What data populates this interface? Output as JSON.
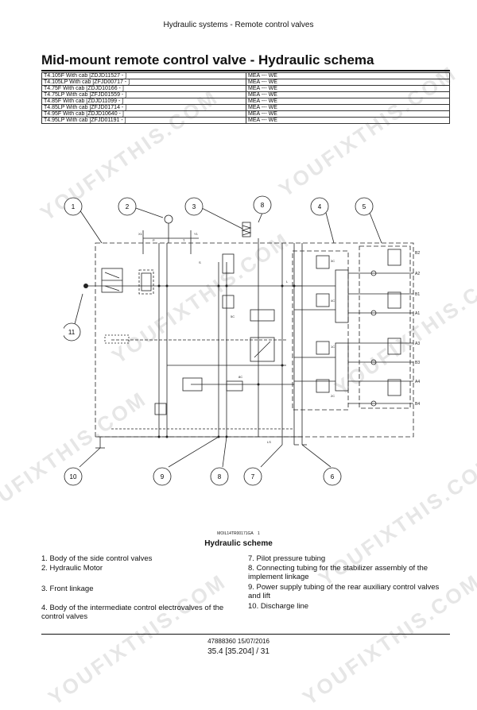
{
  "header": {
    "text": "Hydraulic systems - Remote control valves"
  },
  "title": "Mid-mount remote control valve - Hydraulic schema",
  "models": [
    {
      "model": "T4.105F With cab [ZDJD11527 - ]",
      "config": "MEA --- WE"
    },
    {
      "model": "T4.105LP With cab [ZFJD00717 - ]",
      "config": "MEA --- WE"
    },
    {
      "model": "T4.75F With cab [ZDJD10166 - ]",
      "config": "MEA --- WE"
    },
    {
      "model": "T4.75LP With cab [ZFJD01559 - ]",
      "config": "MEA --- WE"
    },
    {
      "model": "T4.85F With cab [ZDJD11099 - ]",
      "config": "MEA --- WE"
    },
    {
      "model": "T4.85LP With cab [ZFJD01714 - ]",
      "config": "MEA --- WE"
    },
    {
      "model": "T4.95F With cab [ZDJD10640 - ]",
      "config": "MEA --- WE"
    },
    {
      "model": "T4.95LP With cab [ZFJD01191 - ]",
      "config": "MEA --- WE"
    }
  ],
  "diagram": {
    "callouts": [
      "1",
      "2",
      "3",
      "8",
      "4",
      "5",
      "11",
      "10",
      "9",
      "8",
      "7",
      "6"
    ],
    "port_labels": [
      "B2",
      "A2",
      "B1",
      "A1",
      "A3",
      "B3",
      "A4",
      "B4"
    ],
    "misc_labels": [
      "X1",
      "Y1",
      "P",
      "T",
      "LS",
      "L",
      "S",
      "3C",
      "4C",
      "1C",
      "2C",
      "5C",
      "8C"
    ]
  },
  "figure": {
    "code": "MOIL14TR00171GA",
    "number": "1",
    "caption": "Hydraulic scheme"
  },
  "legend": [
    "1. Body of the side control valves",
    "2. Hydraulic Motor",
    "3. Front linkage",
    "4. Body of the intermediate control electrovalves of the control valves",
    "7. Pilot pressure tubing",
    "8. Connecting tubing for the stabilizer assembly of the implement linkage",
    "9. Power supply tubing of the rear auxiliary control valves and lift",
    "10. Discharge line"
  ],
  "footer": {
    "doc": "47888360 15/07/2016",
    "page": "35.4 [35.204] / 31"
  },
  "watermark": "YOUFIXTHIS.COM"
}
